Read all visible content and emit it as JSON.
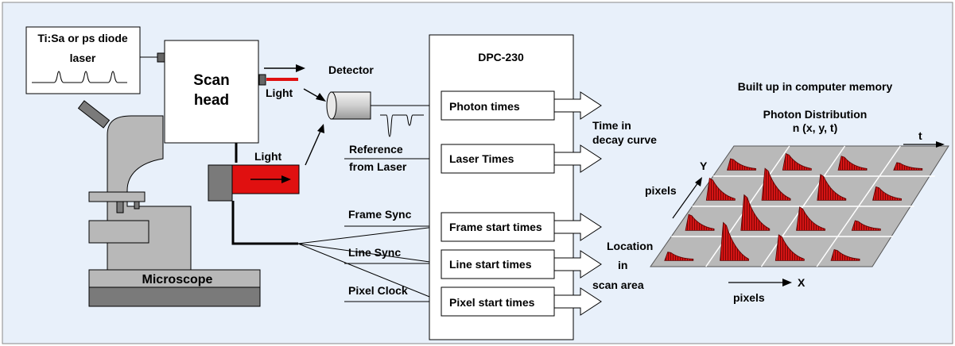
{
  "colors": {
    "background": "#e8f0fa",
    "microscope_body": "#b8b8b8",
    "microscope_dark": "#7a7a7a",
    "laser_red": "#e01010",
    "histogram_red": "#d41414",
    "grid_fill": "#b9b9b9"
  },
  "laser": {
    "label_line1": "Ti:Sa or ps diode",
    "label_line2": "laser"
  },
  "scan_head": {
    "line1": "Scan",
    "line2": "head"
  },
  "microscope": {
    "label": "Microscope"
  },
  "light_labels": {
    "upper": "Light",
    "lower": "Light"
  },
  "detector": {
    "label": "Detector"
  },
  "reference": {
    "line1": "Reference",
    "line2": "from Laser"
  },
  "syncs": {
    "frame": "Frame Sync",
    "line": "Line Sync",
    "pixel": "Pixel Clock"
  },
  "dpc": {
    "title": "DPC-230",
    "blocks": [
      "Photon times",
      "Laser Times",
      "Frame start times",
      "Line start times",
      "Pixel start times"
    ]
  },
  "outputs": {
    "time_line1": "Time in",
    "time_line2": "decay curve",
    "location_line1": "Location",
    "location_line2": "in",
    "location_line3": "scan area"
  },
  "memory": {
    "title": "Built up in computer memory",
    "dist_line1": "Photon Distribution",
    "dist_line2": "n (x, y, t)",
    "axis_t": "t",
    "axis_y": "Y",
    "axis_x": "X",
    "pixels_left": "pixels",
    "pixels_bottom": "pixels"
  }
}
